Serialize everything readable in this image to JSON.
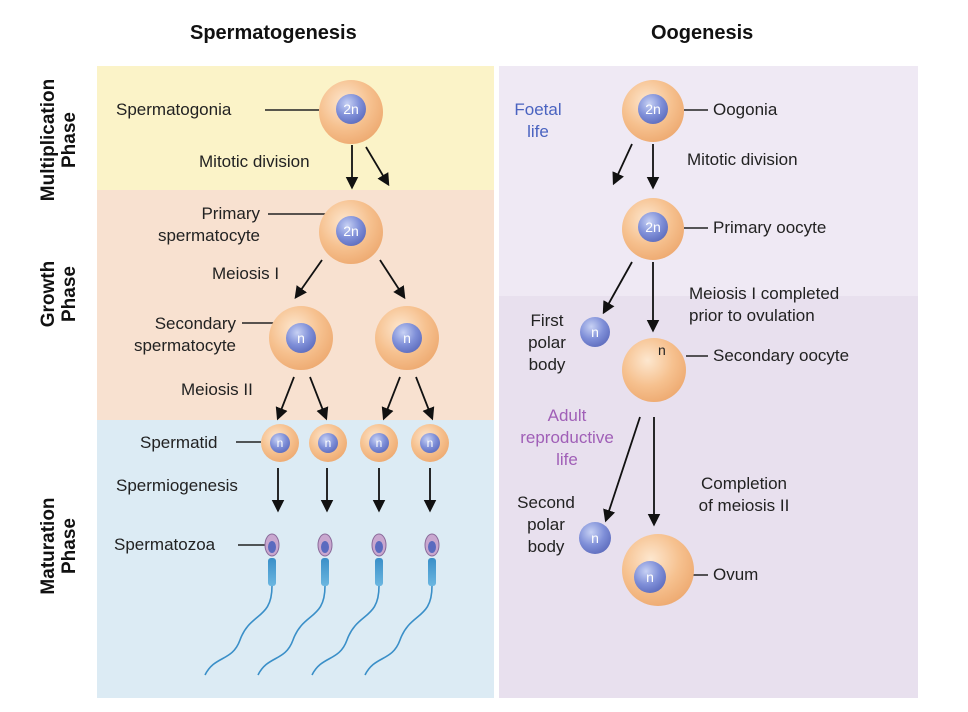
{
  "titles": {
    "left": "Spermatogenesis",
    "right": "Oogenesis"
  },
  "phases": {
    "multiplication": [
      "Multiplication",
      "Phase"
    ],
    "growth": [
      "Growth",
      "Phase"
    ],
    "maturation": [
      "Maturation",
      "Phase"
    ]
  },
  "colors": {
    "multiplication_band": "#fbf3c8",
    "growth_band": "#f8e1d0",
    "maturation_band": "#dcebf4",
    "oogenesis_upper": "#efe9f4",
    "oogenesis_lower": "#e8e0ee",
    "cell_orange": "#f3b57c",
    "nucleus_blue": "#6f7fcf",
    "foetal_text": "#4a63c0",
    "adult_text": "#a05fb7"
  },
  "ploidy": {
    "diploid": "2n",
    "haploid": "n"
  },
  "spermatogenesis": {
    "spermatogonia": "Spermatogonia",
    "mitotic_division": "Mitotic division",
    "primary_spermatocyte": [
      "Primary",
      "spermatocyte"
    ],
    "meiosis_1": "Meiosis I",
    "secondary_spermatocyte": [
      "Secondary",
      "spermatocyte"
    ],
    "meiosis_2": "Meiosis II",
    "spermatid": "Spermatid",
    "spermiogenesis": "Spermiogenesis",
    "spermatozoa": "Spermatozoa"
  },
  "oogenesis": {
    "foetal_life": [
      "Foetal",
      "life"
    ],
    "oogonia": "Oogonia",
    "mitotic_division": "Mitotic division",
    "primary_oocyte": "Primary oocyte",
    "meiosis_1_completed": [
      "Meiosis I completed",
      "prior to ovulation"
    ],
    "first_polar_body": [
      "First",
      "polar",
      "body"
    ],
    "secondary_oocyte": "Secondary oocyte",
    "adult_life": [
      "Adult",
      "reproductive",
      "life"
    ],
    "completion_meiosis_2": [
      "Completion",
      "of meiosis II"
    ],
    "second_polar_body": [
      "Second",
      "polar",
      "body"
    ],
    "ovum": "Ovum"
  }
}
